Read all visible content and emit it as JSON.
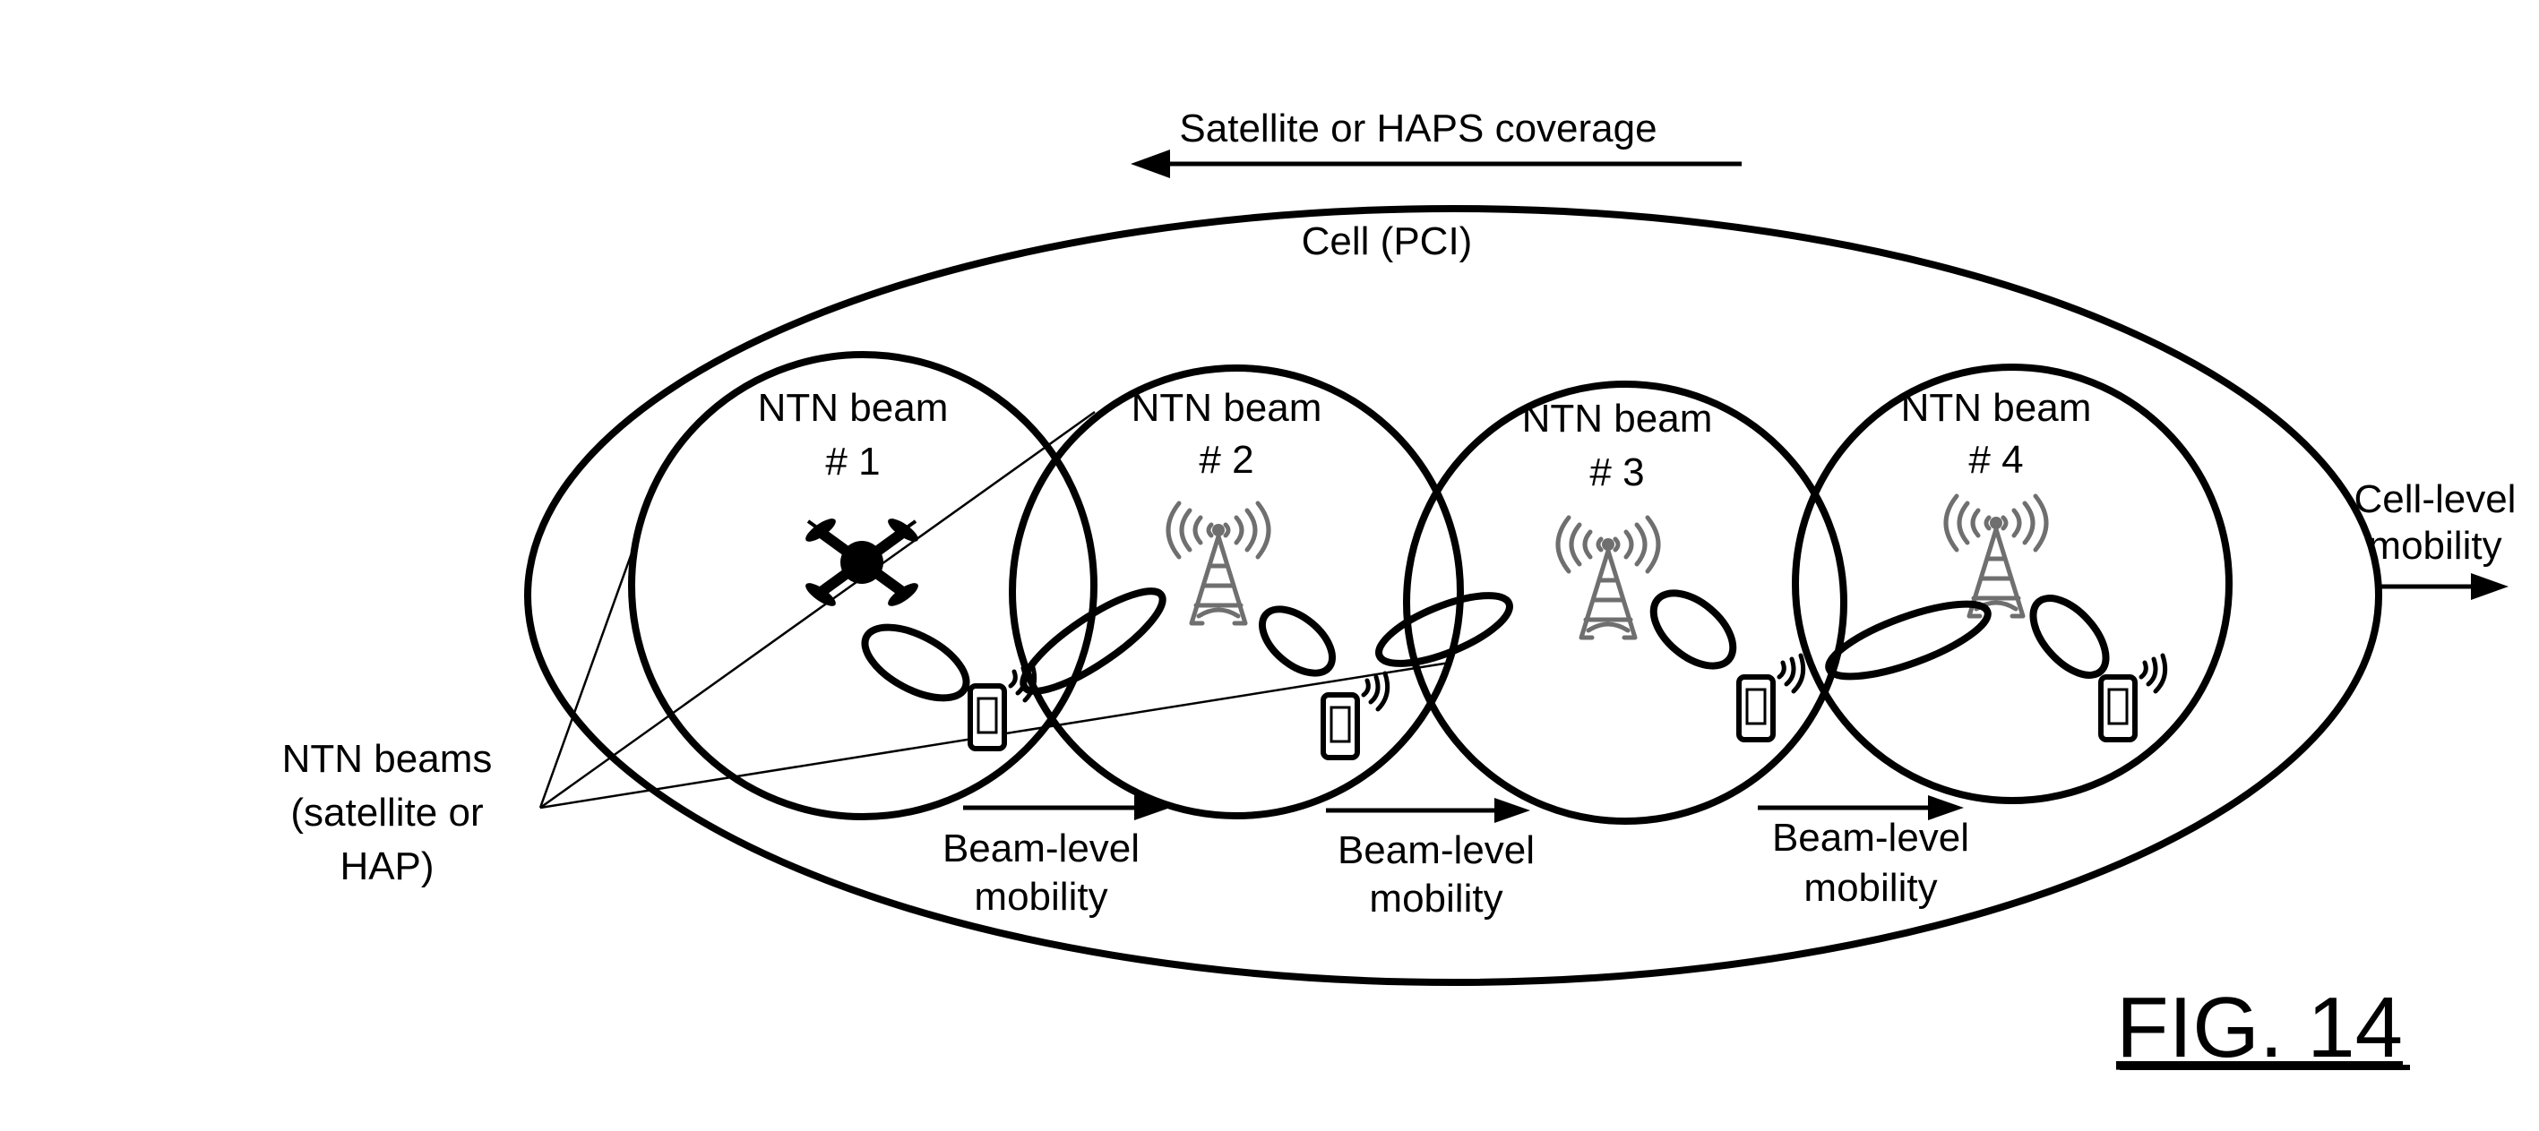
{
  "figure": {
    "coverage_label": "Satellite or HAPS coverage",
    "cell_label": "Cell (PCI)",
    "beams": [
      {
        "title": "NTN beam",
        "number": "# 1"
      },
      {
        "title": "NTN beam",
        "number": "# 2"
      },
      {
        "title": "NTN beam",
        "number": "# 3"
      },
      {
        "title": "NTN beam",
        "number": "# 4"
      }
    ],
    "cell_mobility": [
      "Cell-level",
      "mobility"
    ],
    "beam_mobility": [
      [
        "Beam-level",
        "mobility"
      ],
      [
        "Beam-level",
        "mobility"
      ],
      [
        "Beam-level",
        "mobility"
      ]
    ],
    "ntn_beams_label": [
      "NTN beams",
      "(satellite or",
      "HAP)"
    ],
    "figure_number": "FIG. 14"
  },
  "icons": {
    "hap": "drone-icon",
    "satellite_beam": "antenna-tower-icon",
    "user_equipment": "smartphone-icon"
  },
  "colors": {
    "line": "#000000",
    "tower": "#6f6f6f",
    "background": "#ffffff"
  }
}
